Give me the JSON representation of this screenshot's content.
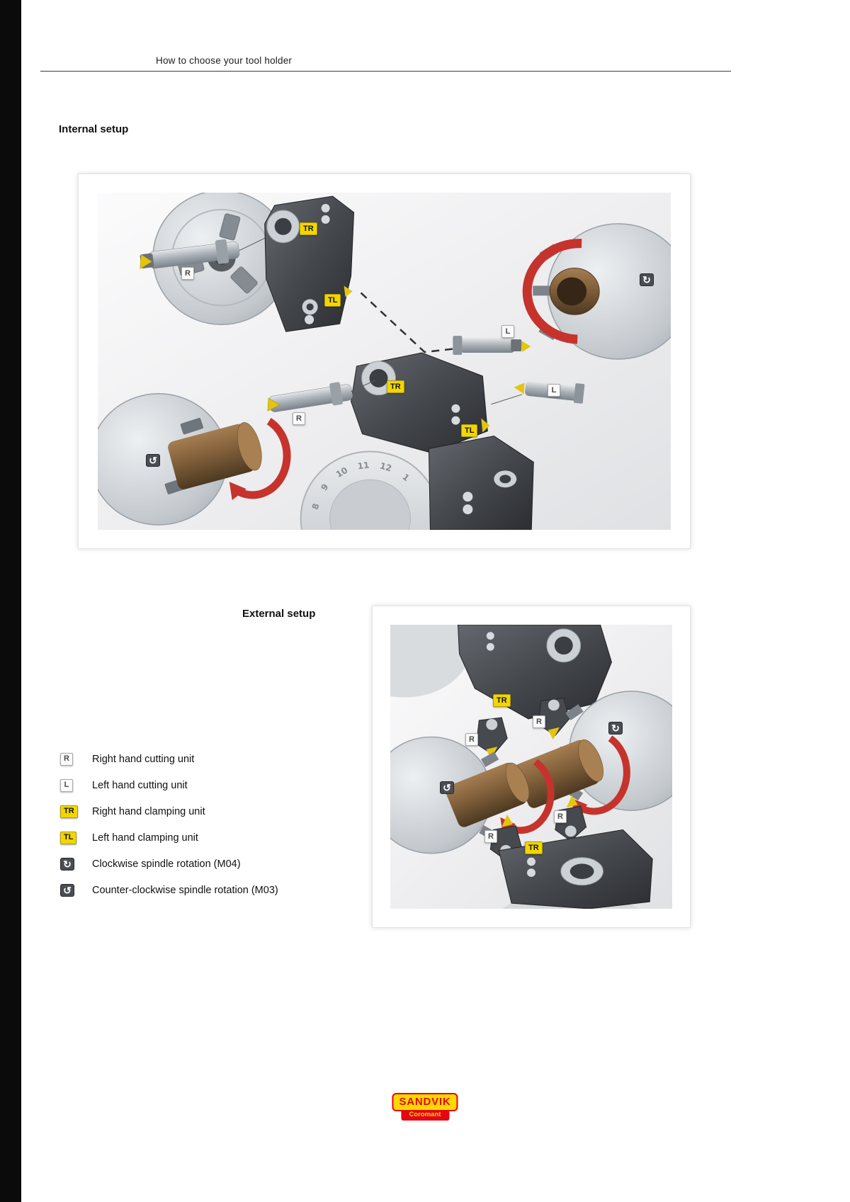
{
  "header": {
    "title": "How to choose your tool holder"
  },
  "sections": {
    "internal": "Internal setup",
    "external": "External setup"
  },
  "tags": {
    "r": "R",
    "l": "L",
    "tr": "TR",
    "tl": "TL"
  },
  "icons": {
    "clockwise": "↻",
    "counter_clockwise": "↺"
  },
  "figures": {
    "internal": {
      "turret_numbers": [
        "8",
        "9",
        "10",
        "11",
        "12",
        "1"
      ]
    }
  },
  "legend": {
    "items": [
      {
        "badge": "R",
        "text": "Right hand cutting unit"
      },
      {
        "badge": "L",
        "text": "Left hand cutting unit"
      },
      {
        "badge": "TR",
        "text": "Right hand clamping unit"
      },
      {
        "badge": "TL",
        "text": "Left hand clamping unit"
      },
      {
        "badge": "↻",
        "text": "Clockwise spindle rotation (M04)"
      },
      {
        "badge": "↺",
        "text": "Counter-clockwise spindle rotation (M03)"
      }
    ]
  },
  "logo": {
    "brand": "SANDVIK",
    "sub": "Coromant"
  },
  "colors": {
    "tag_yellow": "#f2d600",
    "accent_red": "#c5332c",
    "logo_yellow": "#ffd800",
    "logo_red": "#e30613"
  }
}
